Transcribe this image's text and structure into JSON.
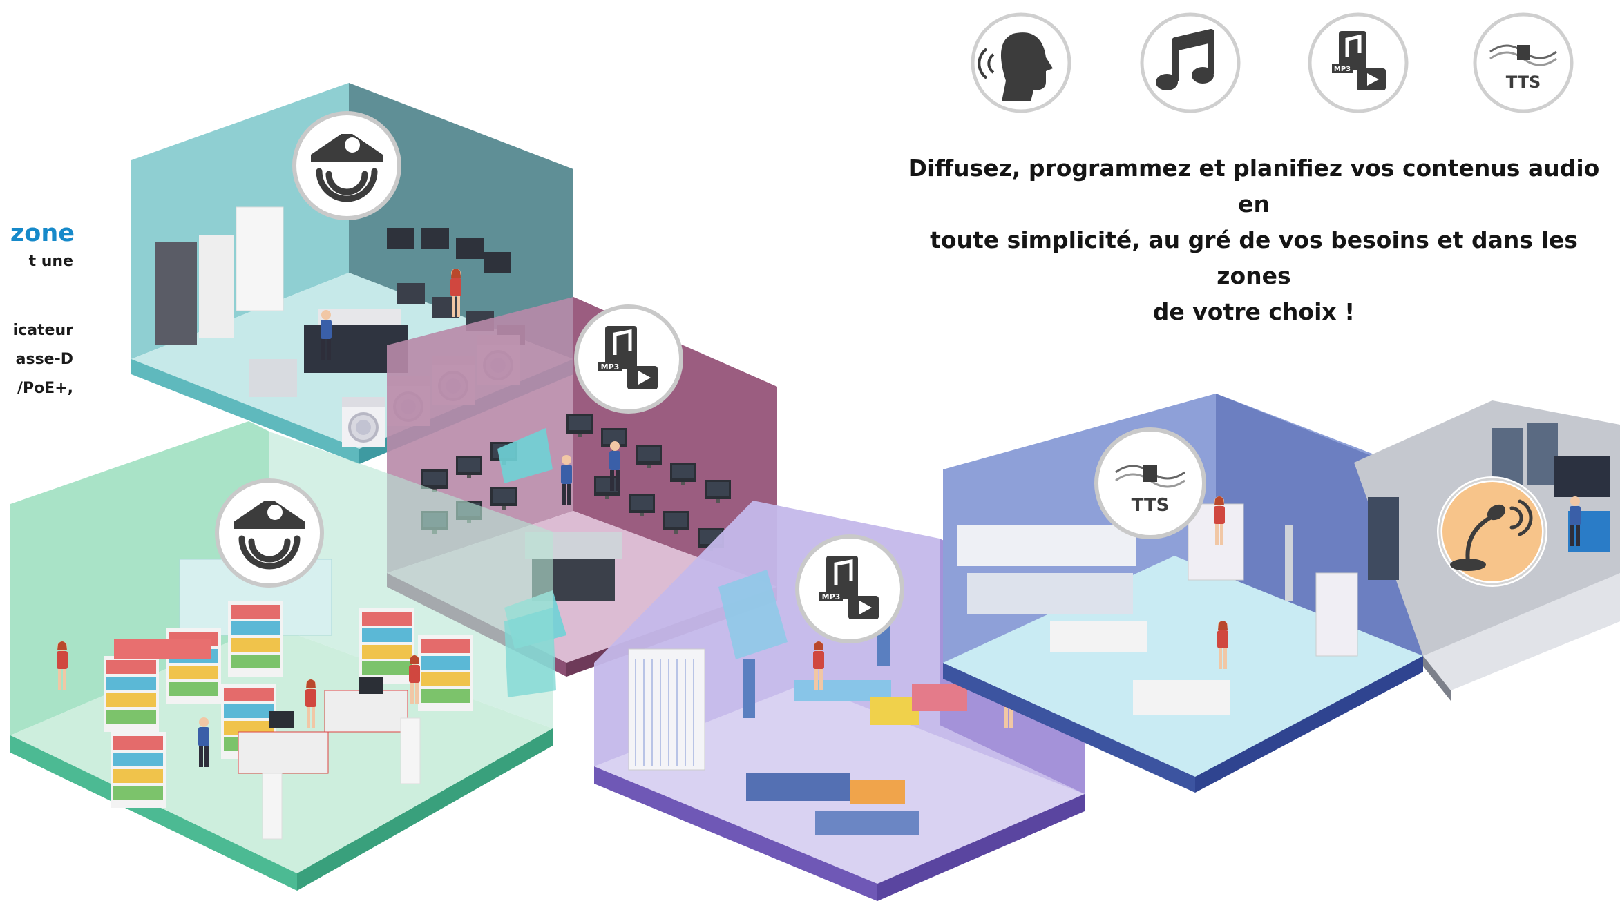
{
  "left_column": {
    "heading_fragment": "zone",
    "line_1": "t   une",
    "line_2": "icateur",
    "line_3": "asse-D",
    "line_4": "/PoE+,"
  },
  "top_icons": [
    {
      "name": "voice-announcement-icon"
    },
    {
      "name": "music-note-icon"
    },
    {
      "name": "mp3-player-icon",
      "badge": "MP3"
    },
    {
      "name": "text-to-speech-icon",
      "badge": "TTS"
    }
  ],
  "caption": {
    "line_1": "Diffusez, programmez et planifiez vos contenus audio en",
    "line_2": "toute simplicité, au gré de vos besoins et dans les zones",
    "line_3": "de votre choix !"
  },
  "zone_badges": [
    {
      "zone": "appliance-store",
      "icon": "voice-speaker-icon"
    },
    {
      "zone": "supermarket",
      "icon": "voice-speaker-icon"
    },
    {
      "zone": "electronics-store",
      "icon": "mp3-player-icon",
      "badge": "MP3"
    },
    {
      "zone": "clothing-store",
      "icon": "mp3-player-icon",
      "badge": "MP3"
    },
    {
      "zone": "cosmetics-store",
      "icon": "text-to-speech-icon",
      "badge": "TTS"
    },
    {
      "zone": "control-room",
      "icon": "microphone-icon"
    }
  ],
  "colors": {
    "heading_accent": "#1689c9",
    "zone_appliance": "#7fc7c9",
    "zone_supermarket": "#8fd6b5",
    "zone_electronics": "#b36f95",
    "zone_clothing": "#9c8ad0",
    "zone_cosmetics": "#6f86c9",
    "zone_control_room": "#b9bcc4",
    "microphone_badge": "#f7c48a"
  }
}
